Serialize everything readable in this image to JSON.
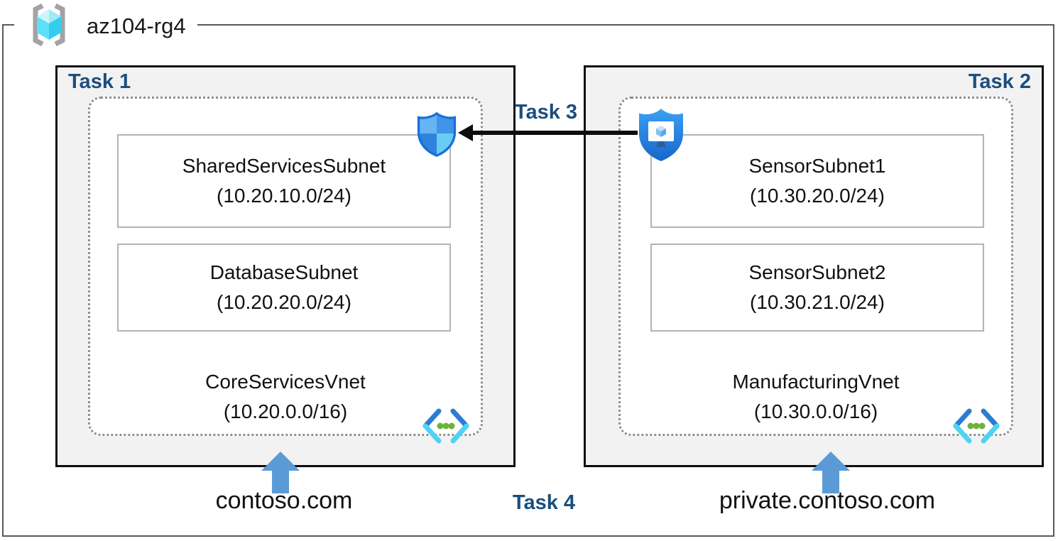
{
  "resource_group": {
    "name": "az104-rg4"
  },
  "task_labels": {
    "task1": "Task 1",
    "task2": "Task 2",
    "task3": "Task 3",
    "task4": "Task 4"
  },
  "vnets": [
    {
      "task": "Task 1",
      "name": "CoreServicesVnet",
      "cidr": "(10.20.0.0/16)",
      "dns_label": "contoso.com",
      "subnets": [
        {
          "name": "SharedServicesSubnet",
          "cidr": "(10.20.10.0/24)"
        },
        {
          "name": "DatabaseSubnet",
          "cidr": "(10.20.20.0/24)"
        }
      ]
    },
    {
      "task": "Task 2",
      "name": "ManufacturingVnet",
      "cidr": "(10.30.0.0/16)",
      "dns_label": "private.contoso.com",
      "subnets": [
        {
          "name": "SensorSubnet1",
          "cidr": "(10.30.20.0/24)"
        },
        {
          "name": "SensorSubnet2",
          "cidr": "(10.30.21.0/24)"
        }
      ]
    }
  ],
  "icons": {
    "resource_group": "resource-group-brackets-cube-icon",
    "nsg": "network-security-group-shield-icon",
    "bastion": "bastion-shield-monitor-icon",
    "vnet": "virtual-network-chevrons-icon",
    "up_arrow": "blue-up-arrow",
    "task3_arrow": "black-left-arrow"
  },
  "colors": {
    "task_label": "#1b4e7e",
    "task_box_fill": "#f2f2f2",
    "task_box_border": "#0d0d0d",
    "rg_border": "#595959",
    "dotted_border": "#8f8f8f",
    "subnet_border": "#b3b3b3",
    "up_arrow_blue": "#5b9bd5",
    "task3_arrow_black": "#0d0d0d"
  }
}
